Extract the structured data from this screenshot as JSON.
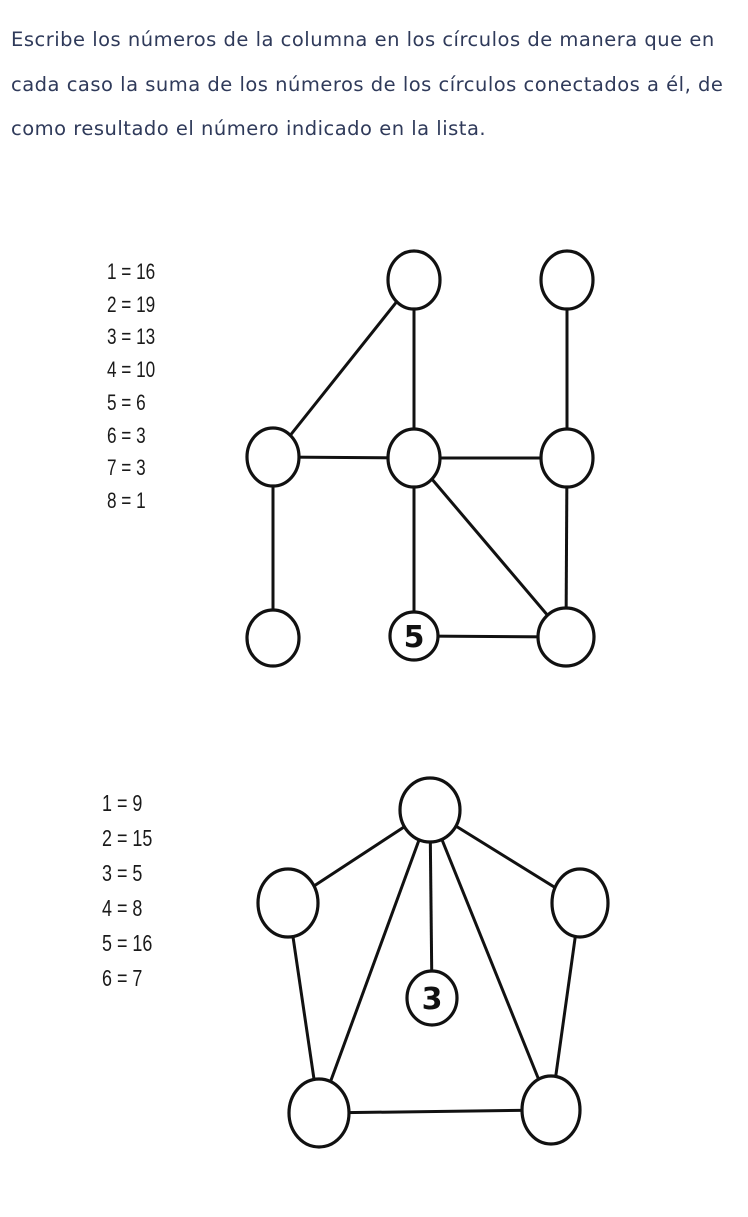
{
  "instructions": "Escribe los números de la columna en los círculos de manera que en cada caso la suma de los números de los círculos conectados a él, de como resultado el número indicado en la lista.",
  "puzzles": [
    {
      "legend": [
        "1 = 16",
        "2 = 19",
        "3 = 13",
        "4 = 10",
        "5 = 6",
        "6 = 3",
        "7 = 3",
        "8 = 1"
      ],
      "given": "5"
    },
    {
      "legend": [
        "1 = 9",
        "2 = 15",
        "3 = 5",
        "4 = 8",
        "5 = 16",
        "6 = 7"
      ],
      "given": "3"
    }
  ]
}
